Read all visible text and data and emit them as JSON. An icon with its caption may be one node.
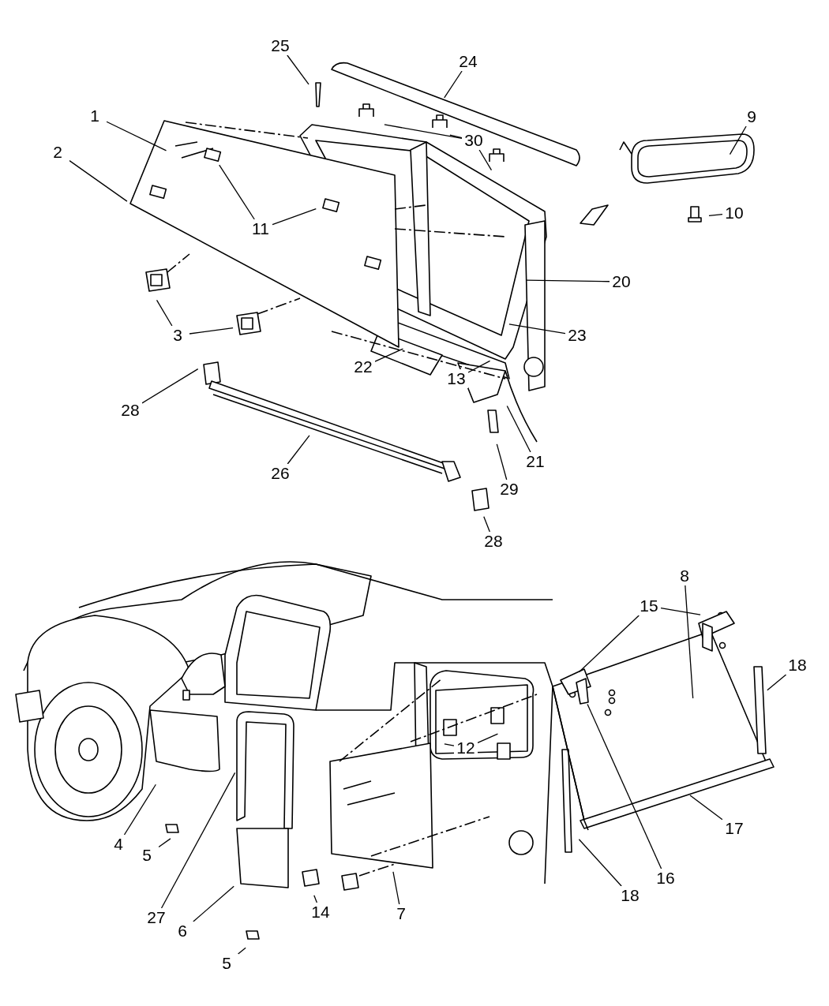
{
  "diagram": {
    "nodes": [
      {
        "text": [
          "25"
        ]
      },
      {
        "text": [
          "24"
        ]
      },
      {
        "text": [
          "1"
        ]
      },
      {
        "text": [
          "30"
        ]
      },
      {
        "text": [
          "9"
        ]
      },
      {
        "text": [
          "2"
        ]
      },
      {
        "text": [
          "11"
        ]
      },
      {
        "text": [
          "10"
        ]
      },
      {
        "text": [
          "20"
        ]
      },
      {
        "text": [
          "3"
        ]
      },
      {
        "text": [
          "23"
        ]
      },
      {
        "text": [
          "22"
        ]
      },
      {
        "text": [
          "13"
        ]
      },
      {
        "text": [
          "28"
        ]
      },
      {
        "text": [
          "21"
        ]
      },
      {
        "text": [
          "26"
        ]
      },
      {
        "text": [
          "29"
        ]
      },
      {
        "text": [
          "28"
        ]
      },
      {
        "text": [
          "8"
        ]
      },
      {
        "text": [
          "15"
        ]
      },
      {
        "text": [
          "18"
        ]
      },
      {
        "text": [
          "12"
        ]
      },
      {
        "text": [
          "16"
        ]
      },
      {
        "text": [
          "4"
        ]
      },
      {
        "text": [
          "5"
        ]
      },
      {
        "text": [
          "17"
        ]
      },
      {
        "text": [
          "27"
        ]
      },
      {
        "text": [
          "14"
        ]
      },
      {
        "text": [
          "7"
        ]
      },
      {
        "text": [
          "18"
        ]
      },
      {
        "text": [
          "6"
        ]
      },
      {
        "text": [
          "5"
        ]
      }
    ],
    "edges": [
      {
        "from": 0,
        "to": null,
        "arrow": "none"
      },
      {
        "from": 1,
        "to": null,
        "arrow": "none"
      },
      {
        "from": 2,
        "to": null,
        "arrow": "none"
      },
      {
        "from": 3,
        "to": null,
        "arrow": "none"
      },
      {
        "from": 3,
        "to": null,
        "arrow": "none"
      },
      {
        "from": 3,
        "to": null,
        "arrow": "none"
      },
      {
        "from": 4,
        "to": null,
        "arrow": "none"
      },
      {
        "from": 5,
        "to": null,
        "arrow": "none"
      },
      {
        "from": 6,
        "to": null,
        "arrow": "none"
      },
      {
        "from": 6,
        "to": null,
        "arrow": "none"
      },
      {
        "from": 7,
        "to": null,
        "arrow": "none"
      },
      {
        "from": 8,
        "to": null,
        "arrow": "none"
      },
      {
        "from": 9,
        "to": null,
        "arrow": "none"
      },
      {
        "from": 9,
        "to": null,
        "arrow": "none"
      },
      {
        "from": 10,
        "to": null,
        "arrow": "none"
      },
      {
        "from": 11,
        "to": null,
        "arrow": "none"
      },
      {
        "from": 12,
        "to": null,
        "arrow": "none"
      },
      {
        "from": 13,
        "to": null,
        "arrow": "none"
      },
      {
        "from": 14,
        "to": null,
        "arrow": "none"
      },
      {
        "from": 15,
        "to": null,
        "arrow": "none"
      },
      {
        "from": 16,
        "to": null,
        "arrow": "none"
      },
      {
        "from": 17,
        "to": null,
        "arrow": "none"
      },
      {
        "from": 18,
        "to": null,
        "arrow": "none"
      },
      {
        "from": 19,
        "to": null,
        "arrow": "none"
      },
      {
        "from": 19,
        "to": null,
        "arrow": "none"
      },
      {
        "from": 20,
        "to": null,
        "arrow": "none"
      },
      {
        "from": 21,
        "to": null,
        "arrow": "none"
      },
      {
        "from": 21,
        "to": null,
        "arrow": "none"
      },
      {
        "from": 22,
        "to": null,
        "arrow": "none"
      },
      {
        "from": 23,
        "to": null,
        "arrow": "none"
      },
      {
        "from": 24,
        "to": null,
        "arrow": "none"
      },
      {
        "from": 25,
        "to": null,
        "arrow": "none"
      },
      {
        "from": 26,
        "to": null,
        "arrow": "none"
      },
      {
        "from": 27,
        "to": null,
        "arrow": "none"
      },
      {
        "from": 28,
        "to": null,
        "arrow": "none"
      },
      {
        "from": 29,
        "to": null,
        "arrow": "none"
      },
      {
        "from": 30,
        "to": null,
        "arrow": "none"
      },
      {
        "from": 31,
        "to": null,
        "arrow": "none"
      }
    ]
  }
}
